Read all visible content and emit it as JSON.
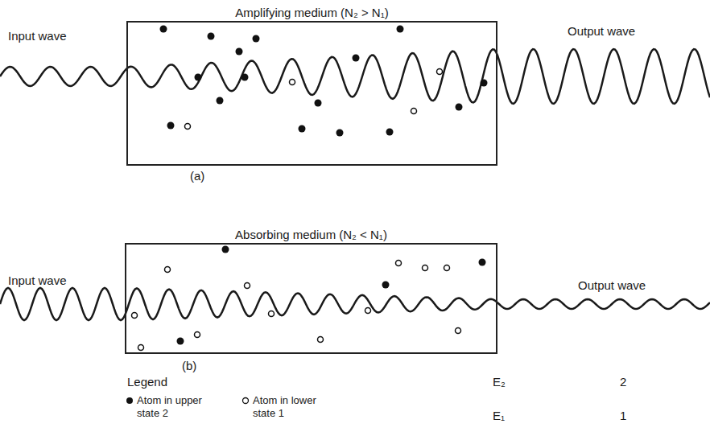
{
  "diagram": {
    "nodes": [
      {
        "text": [
          "Amplifying medium (N₂ > N₁)"
        ]
      },
      {
        "text": [
          "Absorbing medium (N₂ < N₁)"
        ]
      }
    ],
    "labels": [
      "Input wave",
      "Output wave",
      "(a)",
      "Input wave",
      "Output wave",
      "(b)",
      "Legend",
      "E₂",
      "2",
      "E₁",
      "1"
    ],
    "legend": [
      {
        "text": "Atom in upper state 2"
      },
      {
        "text": "Atom in lower state 1"
      }
    ]
  }
}
